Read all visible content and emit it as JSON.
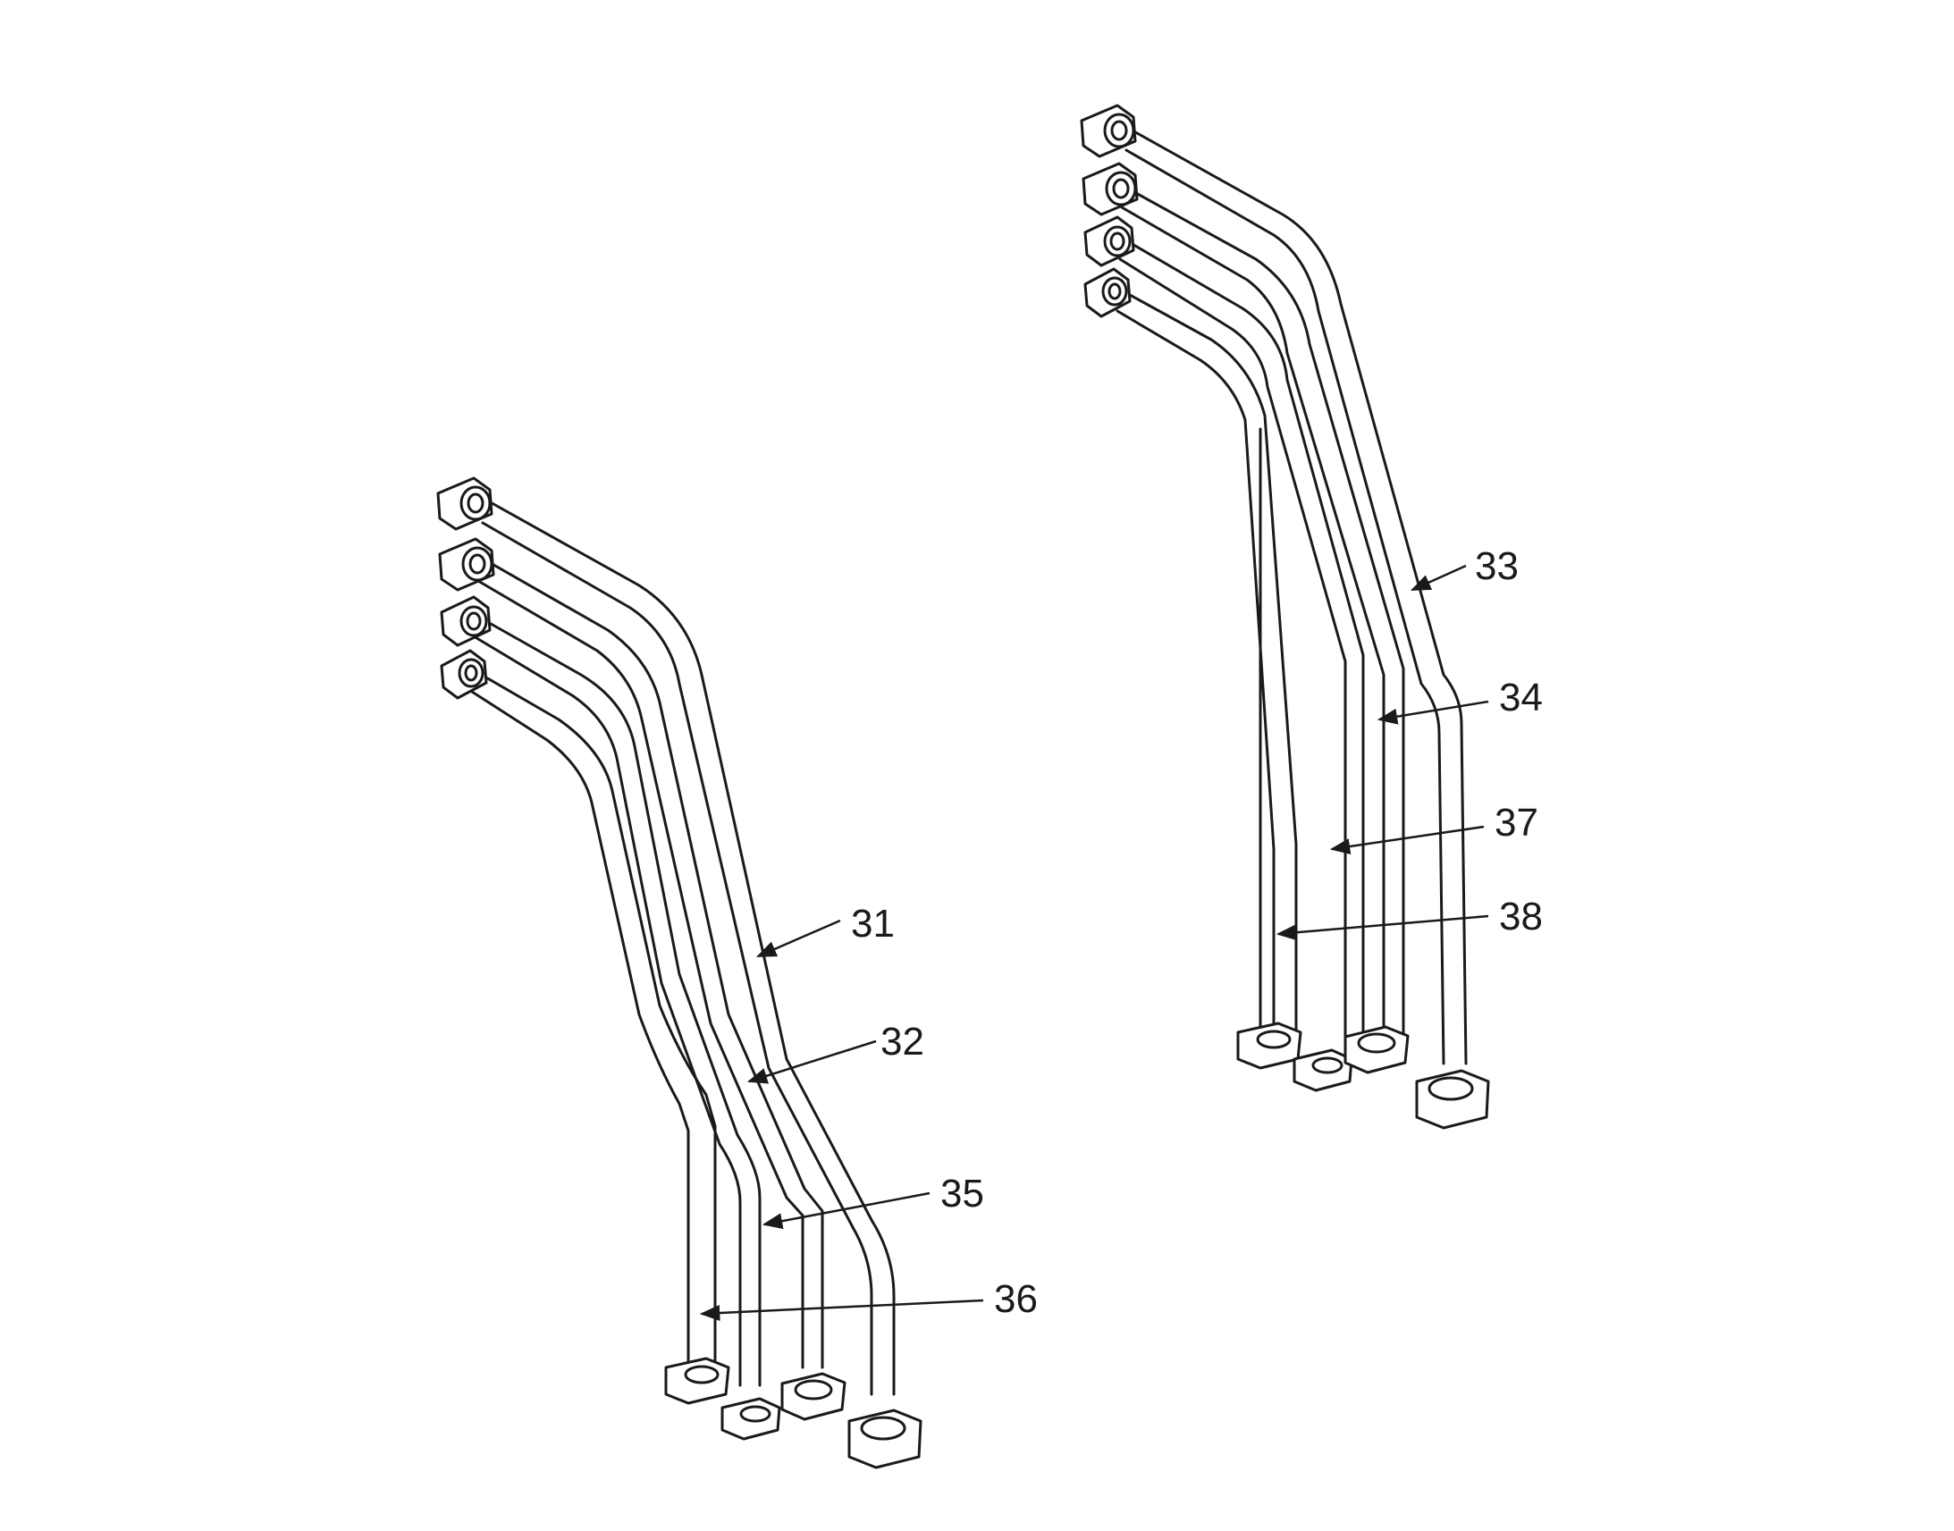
{
  "figure": {
    "callouts": [
      "31",
      "32",
      "33",
      "34",
      "35",
      "36",
      "37",
      "38"
    ]
  },
  "colors": {
    "line": "#1a1a1a",
    "background": "#ffffff",
    "flange_fill": "#ffffff"
  }
}
